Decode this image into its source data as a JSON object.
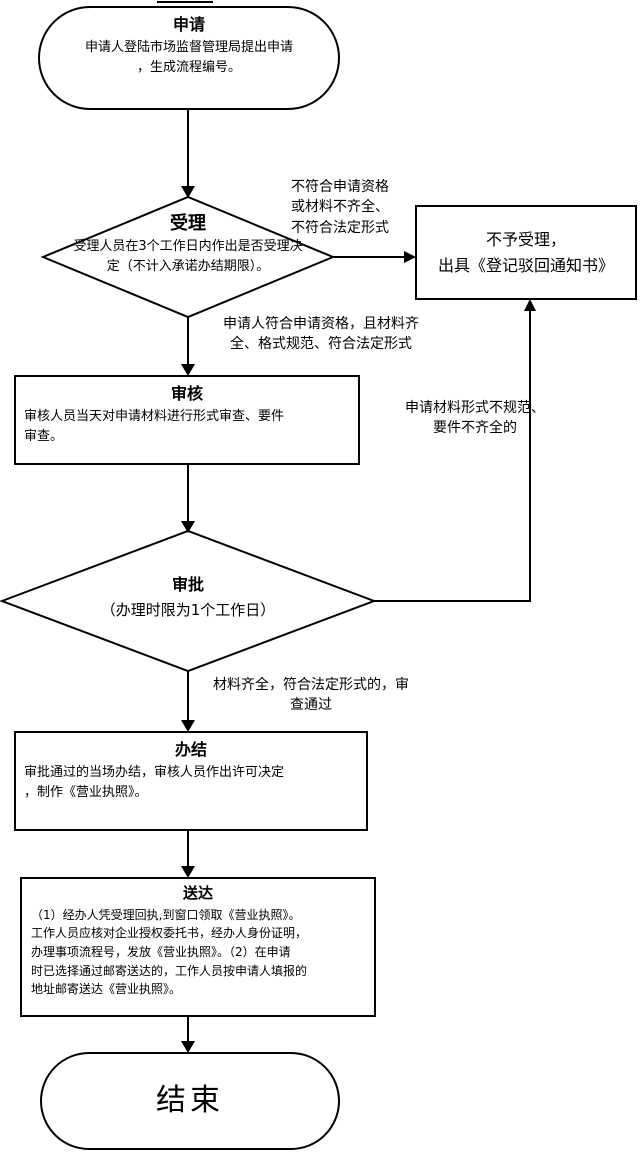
{
  "flowchart": {
    "apply": {
      "title": "申请",
      "body": "申请人登陆市场监督管理局提出申请\n，生成流程编号。"
    },
    "accept": {
      "title": "受理",
      "body": "受理人员在3个工作日内作出是否受理决\n定（不计入承诺办结期限）。"
    },
    "reject": {
      "body": "不予受理，\n出具《登记驳回通知书》"
    },
    "review": {
      "title": "审核",
      "body": "审核人员当天对申请材料进行形式审查、要件\n审查。"
    },
    "approve": {
      "title": "审批",
      "body": "（办理时限为1个工作日）"
    },
    "complete": {
      "title": "办结",
      "body": "审批通过的当场办结，审核人员作出许可决定\n，制作《营业执照》。"
    },
    "deliver": {
      "title": "送达",
      "body": "（1）经办人凭受理回执,到窗口领取《营业执照》。\n工作人员应核对企业授权委托书，经办人身份证明，\n办理事项流程号，发放《营业执照》。（2）在申请\n时已选择通过邮寄送达的，工作人员按申请人填报的\n地址邮寄送达《营业执照》。"
    },
    "end": {
      "title": "结束"
    },
    "labels": {
      "not_qualified": "不符合申请资格\n或材料不齐全、\n不符合法定形式",
      "qualified": "申请人符合申请资格，且材料齐\n全、格式规范、符合法定形式",
      "material_bad": "申请材料形式不规范、\n要件不齐全的",
      "material_ok": "材料齐全，符合法定形式的，审\n查通过"
    }
  }
}
